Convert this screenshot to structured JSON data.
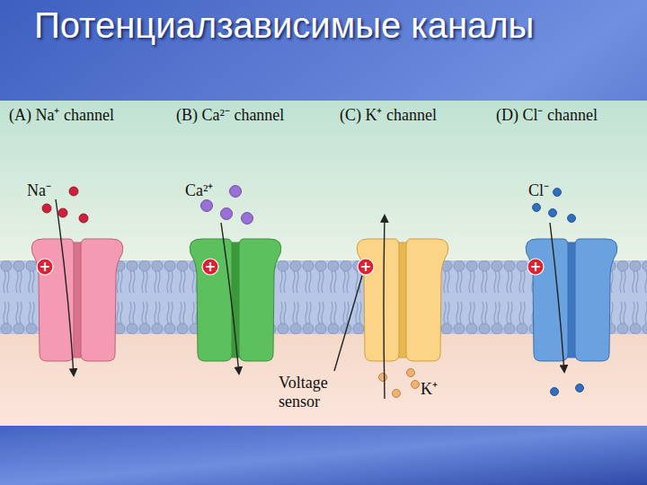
{
  "diagram": {
    "title": "Потенциалзависимые каналы",
    "labels": [
      "(A) Na⁺ channel",
      "(B) Ca²⁻ channel",
      "(C) K⁺ channel",
      "(D) Cl⁻ channel",
      "Na⁻",
      "Ca²⁺",
      "Cl⁻",
      "+",
      "+",
      "+",
      "+",
      "Voltage sensor",
      "K⁺"
    ]
  }
}
